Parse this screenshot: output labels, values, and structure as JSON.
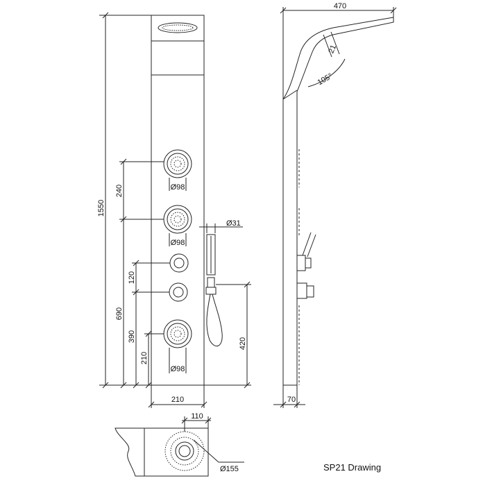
{
  "drawing": {
    "title": "SP21 Drawing",
    "dims": {
      "total_height": "1550",
      "jet_spacing": "240",
      "hand_height": "690",
      "knob_spacing": "120",
      "knob_height": "390",
      "bottom_jet": "210",
      "outlet_height": "420",
      "panel_width": "210",
      "head_reach": "470",
      "depth": "70",
      "head_thickness": "21",
      "head_angle": "105°",
      "hose_dia": "Ø31",
      "jet1_dia": "Ø98",
      "jet2_dia": "Ø98",
      "jet3_dia": "Ø98",
      "jet_offset": "110",
      "jet_face_dia": "Ø155"
    }
  }
}
